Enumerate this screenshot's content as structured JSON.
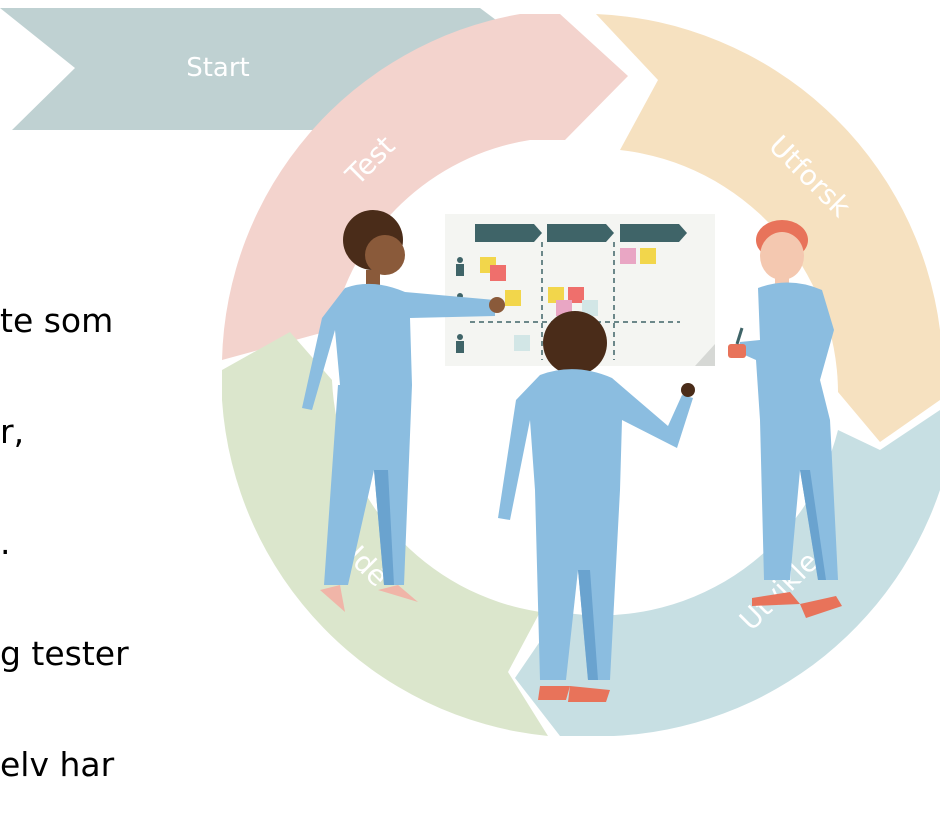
{
  "cycle": {
    "start_label": "Start",
    "stages": [
      {
        "label": "Test",
        "color": "#f3d3cd"
      },
      {
        "label": "Utforsk",
        "color": "#f6e1c0"
      },
      {
        "label": "Utvikle",
        "color": "#c7dfe3"
      },
      {
        "label": "Idé",
        "color": "#dbe6cc"
      }
    ],
    "start_color": "#bfd1d2"
  },
  "text_lines": [
    "te som",
    "r,",
    ".",
    "g tester",
    "elv har"
  ],
  "colors": {
    "outfit": "#8bbde0",
    "outfit_shadow": "#6aa3cf",
    "board_header": "#3f6468",
    "shoes": "#e8735a"
  }
}
